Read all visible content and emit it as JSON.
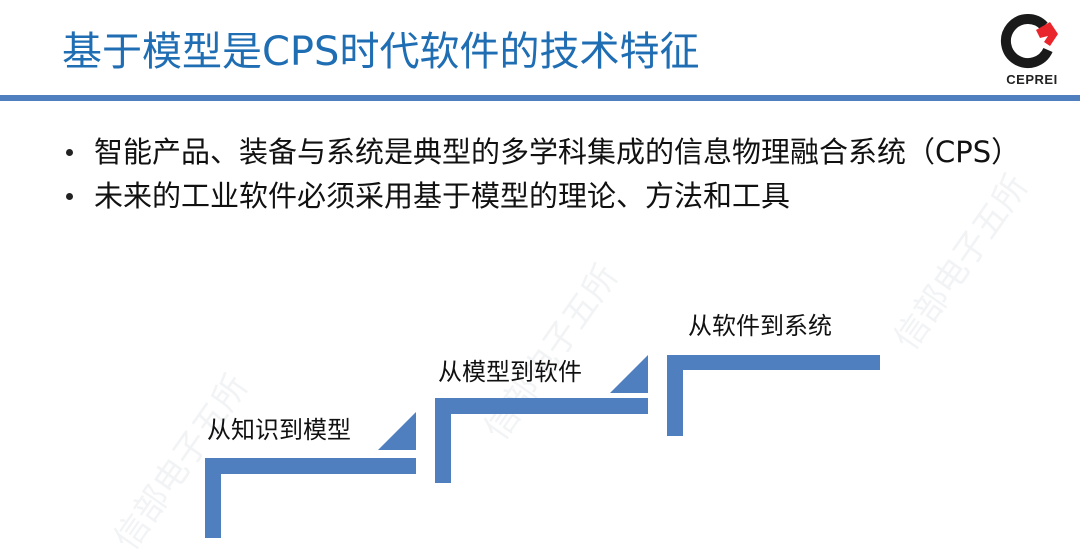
{
  "slide": {
    "title": "基于模型是CPS时代软件的技术特征",
    "logo": {
      "icon": "cepre-logo-icon",
      "text": "CEPREI",
      "colors": {
        "ring": "#1a1a1a",
        "accent": "#e8262b"
      }
    },
    "accent_color": "#4f7fbf",
    "title_color": "#1f6db3",
    "bullets": [
      {
        "text": "智能产品、装备与系统是典型的多学科集成的信息物理融合系统（CPS）"
      },
      {
        "text": "未来的工业软件必须采用基于模型的理论、方法和工具"
      }
    ],
    "steps": [
      {
        "label": "从知识到模型"
      },
      {
        "label": "从模型到软件"
      },
      {
        "label": "从软件到系统"
      }
    ],
    "watermarks": [
      "信部电子五所",
      "信部电子五所",
      "信部电子五所"
    ]
  }
}
